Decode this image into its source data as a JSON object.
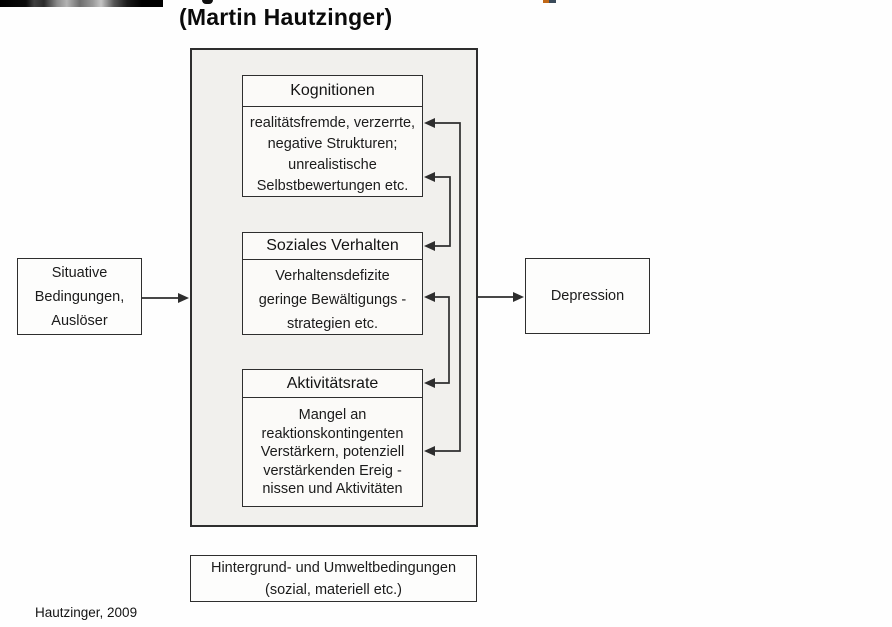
{
  "title": {
    "line2": "(Martin Hautzinger)"
  },
  "credit": "Hautzinger, 2009",
  "diagram": {
    "left_box": {
      "text": "Situative\nBedingungen,\nAuslöser"
    },
    "right_box": {
      "label": "Depression"
    },
    "inner_boxes": [
      {
        "header": "Kognitionen",
        "body": "realitätsfremde, verzerrte,\nnegative Strukturen;\nunrealistische\nSelbstbewertungen etc."
      },
      {
        "header": "Soziales Verhalten",
        "body": "Verhaltensdefizite\ngeringe Bewältigungs -\nstrategien etc."
      },
      {
        "header": "Aktivitätsrate",
        "body": "Mangel an\nreaktionskontingenten\nVerstärkern, potenziell\nverstärkenden Ereig -\nnissen und Aktivitäten"
      }
    ],
    "bottom_box": {
      "text": "Hintergrund- und Umweltbedingungen\n(sozial, materiell etc.)"
    }
  },
  "colors": {
    "line": "#2e2e2e",
    "scan_tint": "#f1f0ed",
    "box_fill": "#fbfaf8"
  }
}
